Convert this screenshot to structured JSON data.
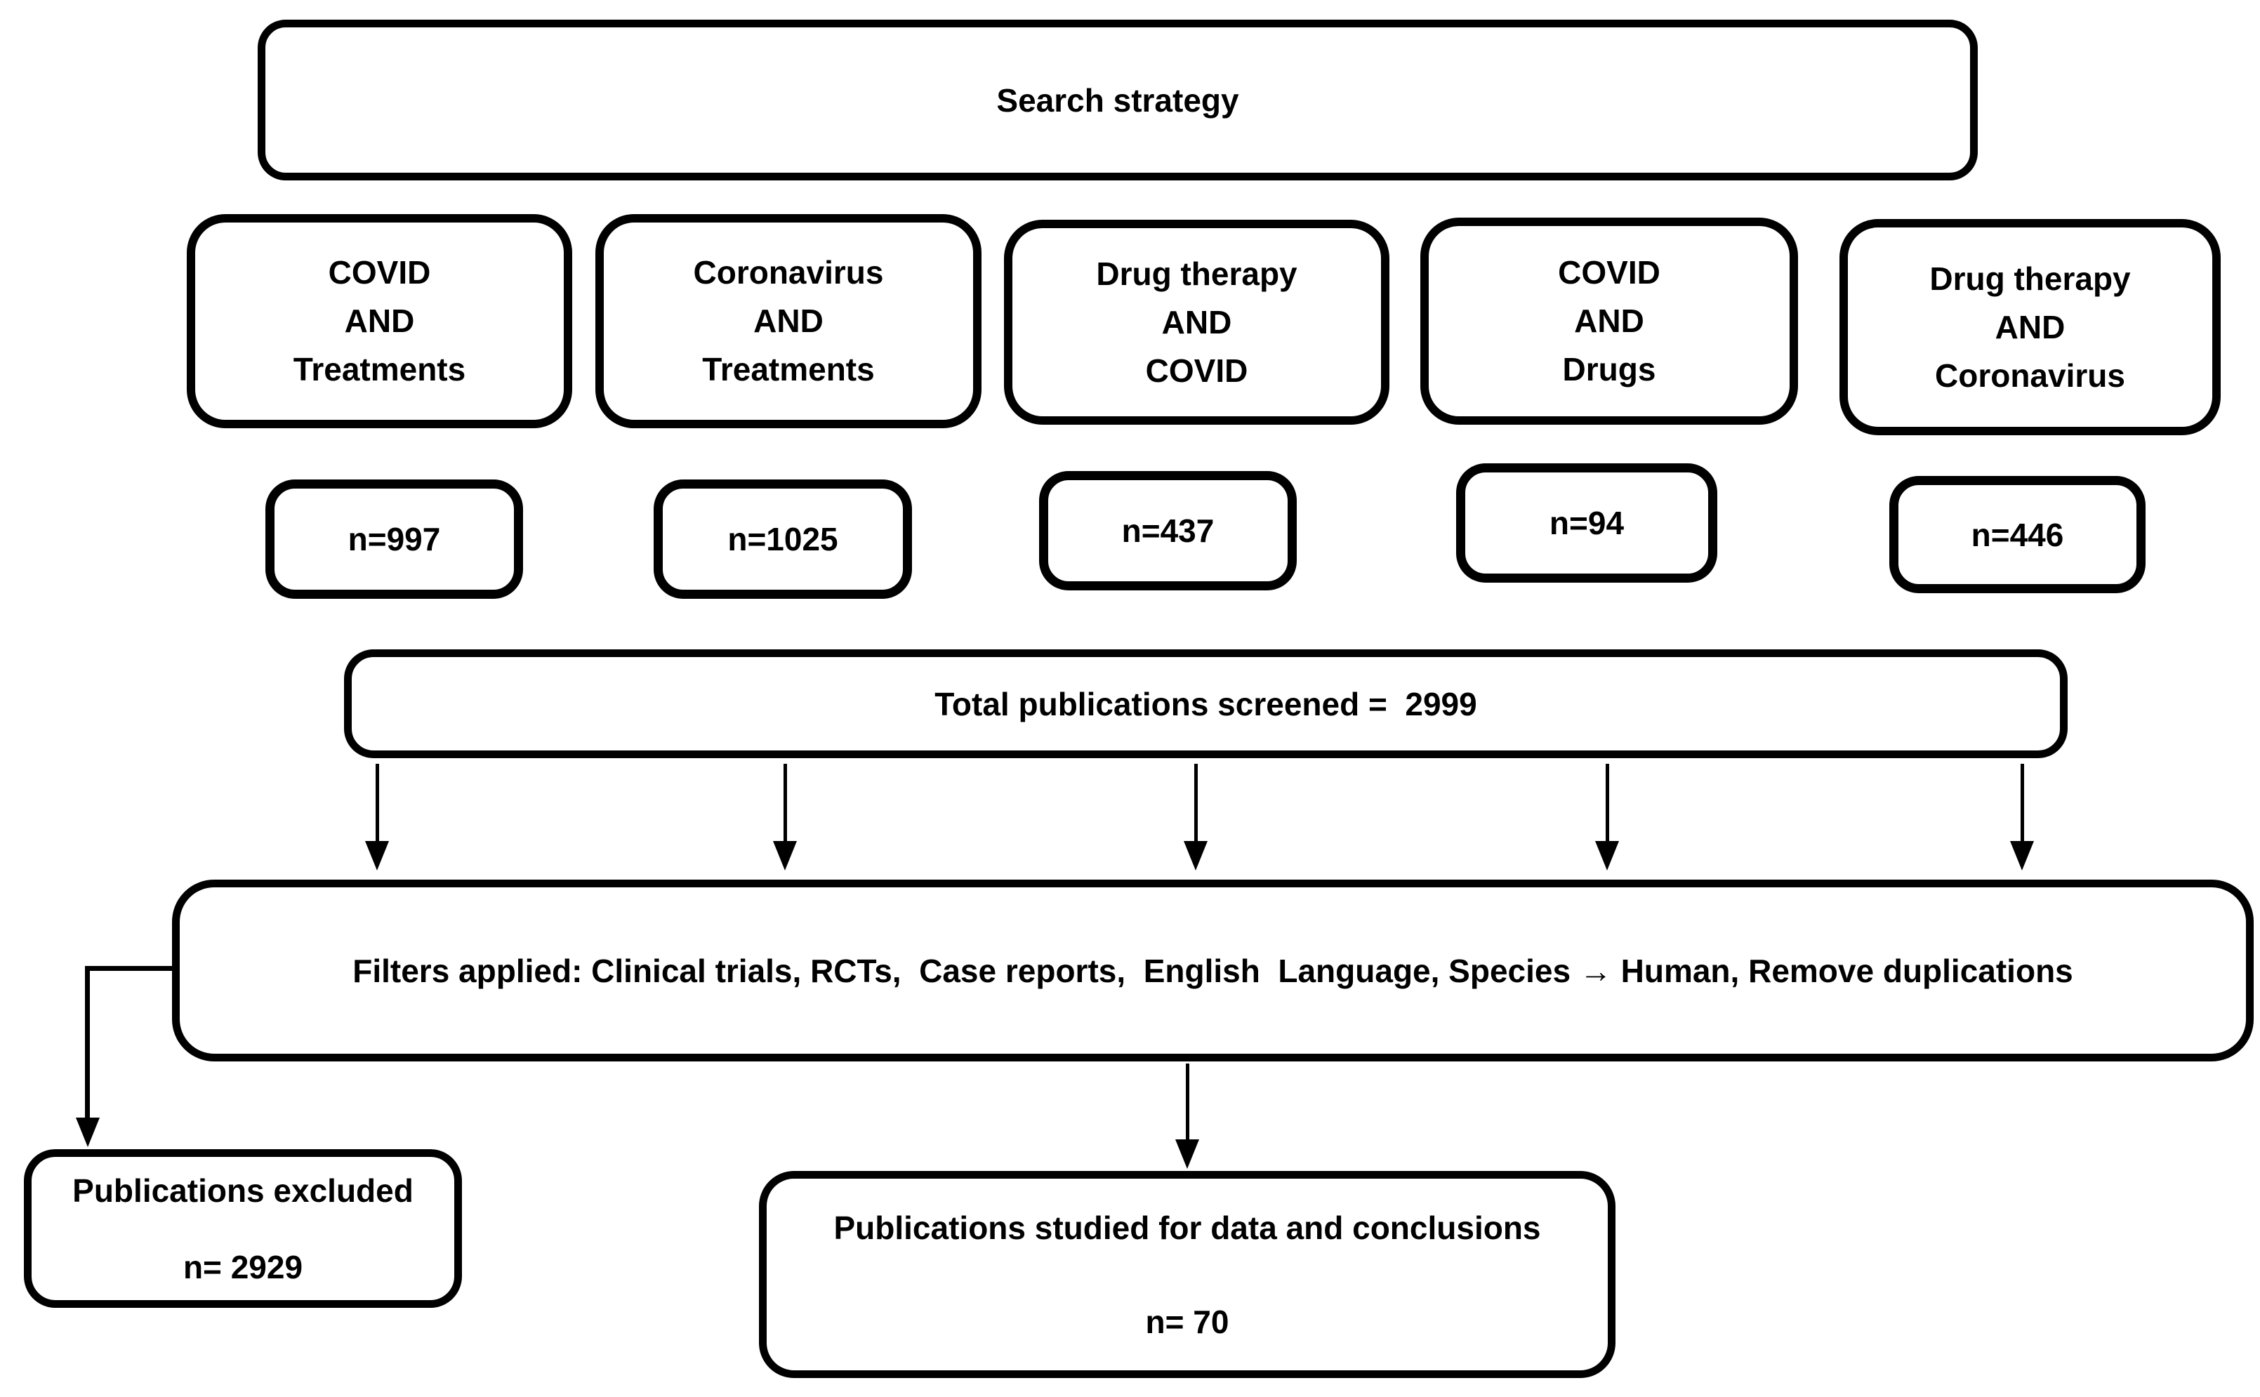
{
  "colors": {
    "line": "#000000",
    "fill": "#ffffff",
    "text": "#000000"
  },
  "flow": {
    "title": "Search strategy",
    "search_terms": [
      {
        "line1": "COVID",
        "line2": "AND",
        "line3": "Treatments",
        "count": "n=997"
      },
      {
        "line1": "Coronavirus",
        "line2": "AND",
        "line3": "Treatments",
        "count": "n=1025"
      },
      {
        "line1": "Drug therapy",
        "line2": "AND",
        "line3": "COVID",
        "count": "n=437"
      },
      {
        "line1": "COVID",
        "line2": "AND",
        "line3": "Drugs",
        "count": "n=94"
      },
      {
        "line1": "Drug therapy",
        "line2": "AND",
        "line3": "Coronavirus",
        "count": "n=446"
      }
    ],
    "total": "Total publications screened =  2999",
    "filters": "Filters applied: Clinical trials, RCTs,  Case reports,  English  Language, Species → Human, Remove duplications",
    "excluded": {
      "title": "Publications excluded",
      "count": "n= 2929"
    },
    "studied": {
      "title": "Publications studied for data and conclusions",
      "count": "n= 70"
    }
  }
}
